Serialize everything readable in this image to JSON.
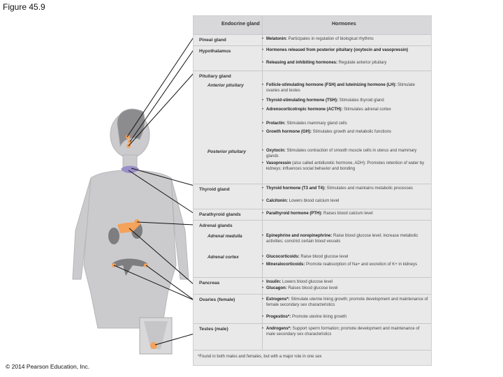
{
  "figure_title": "Figure 45.9",
  "copyright": "© 2014 Pearson Education, Inc.",
  "table": {
    "header_gland": "Endocrine gland",
    "header_hormones": "Hormones",
    "rows": [
      {
        "gland": "Pineal gland",
        "items": [
          {
            "name": "Melatonin:",
            "desc": " Participates in regulation of biological rhythms"
          }
        ]
      },
      {
        "gland": "Hypothalamus",
        "items": [
          {
            "name": "Hormones released from posterior pituitary (oxytocin and vasopressin)",
            "desc": ""
          },
          {
            "name": "Releasing and inhibiting hormones:",
            "desc": " Regulate anterior pituitary"
          }
        ]
      },
      {
        "gland": "Pituitary gland",
        "sub": "Anterior pituitary",
        "items": [
          {
            "name": "Follicle-stimulating hormone (FSH) and luteinizing hormone (LH):",
            "desc": " Stimulate ovaries and testes"
          },
          {
            "name": "Thyroid-stimulating hormone (TSH):",
            "desc": " Stimulates thyroid gland"
          },
          {
            "name": "Adrenocorticotropic hormone (ACTH):",
            "desc": " Stimulates adrenal cortex"
          },
          {
            "name": "Prolactin:",
            "desc": " Stimulates mammary gland cells"
          },
          {
            "name": "Growth hormone (GH):",
            "desc": " Stimulates growth and metabolic functions"
          }
        ]
      },
      {
        "sub": "Posterior pituitary",
        "items": [
          {
            "name": "Oxytocin:",
            "desc": " Stimulates contraction of smooth muscle cells in uterus and mammary glands"
          },
          {
            "name": "Vasopressin",
            "desc": " (also called antidiuretic hormone, ADH): Promotes retention of water by kidneys; influences social behavior and bonding"
          }
        ]
      },
      {
        "gland": "Thyroid gland",
        "items": [
          {
            "name": "Thyroid hormone (T3 and T4):",
            "desc": " Stimulates and maintains metabolic processes"
          },
          {
            "name": "Calcitonin:",
            "desc": " Lowers blood calcium level"
          }
        ]
      },
      {
        "gland": "Parathyroid glands",
        "items": [
          {
            "name": "Parathyroid hormone (PTH):",
            "desc": " Raises blood calcium level"
          }
        ]
      },
      {
        "gland": "Adrenal glands",
        "sub": "Adrenal medulla",
        "items": [
          {
            "name": "Epinephrine and norepinephrine:",
            "desc": " Raise blood glucose level; increase metabolic activities; constrict certain blood vessels"
          }
        ]
      },
      {
        "sub": "Adrenal cortex",
        "items": [
          {
            "name": "Glucocorticoids:",
            "desc": " Raise blood glucose level"
          },
          {
            "name": "Mineralocorticoids:",
            "desc": " Promote reabsorption of Na+ and excretion of K+ in kidneys"
          }
        ]
      },
      {
        "gland": "Pancreas",
        "items": [
          {
            "name": "Insulin:",
            "desc": " Lowers blood glucose level"
          },
          {
            "name": "Glucagon:",
            "desc": " Raises blood glucose level"
          }
        ]
      },
      {
        "gland": "Ovaries (female)",
        "items": [
          {
            "name": "Estrogens*:",
            "desc": " Stimulate uterine lining growth; promote development and maintenance of female secondary sex characteristics"
          },
          {
            "name": "Progestins*:",
            "desc": " Promote uterine lining growth"
          }
        ]
      },
      {
        "gland": "Testes (male)",
        "items": [
          {
            "name": "Androgens*:",
            "desc": " Support sperm formation; promote development and maintenance of male secondary sex characteristics"
          }
        ]
      }
    ],
    "footnote": "*Found in both males and females, but with a major role in one sex"
  },
  "colors": {
    "gland_highlight": "#f5a25a",
    "thyroid": "#9b8fc9",
    "skin": "#c9c9cb",
    "table_bg": "#e9e9ea"
  }
}
